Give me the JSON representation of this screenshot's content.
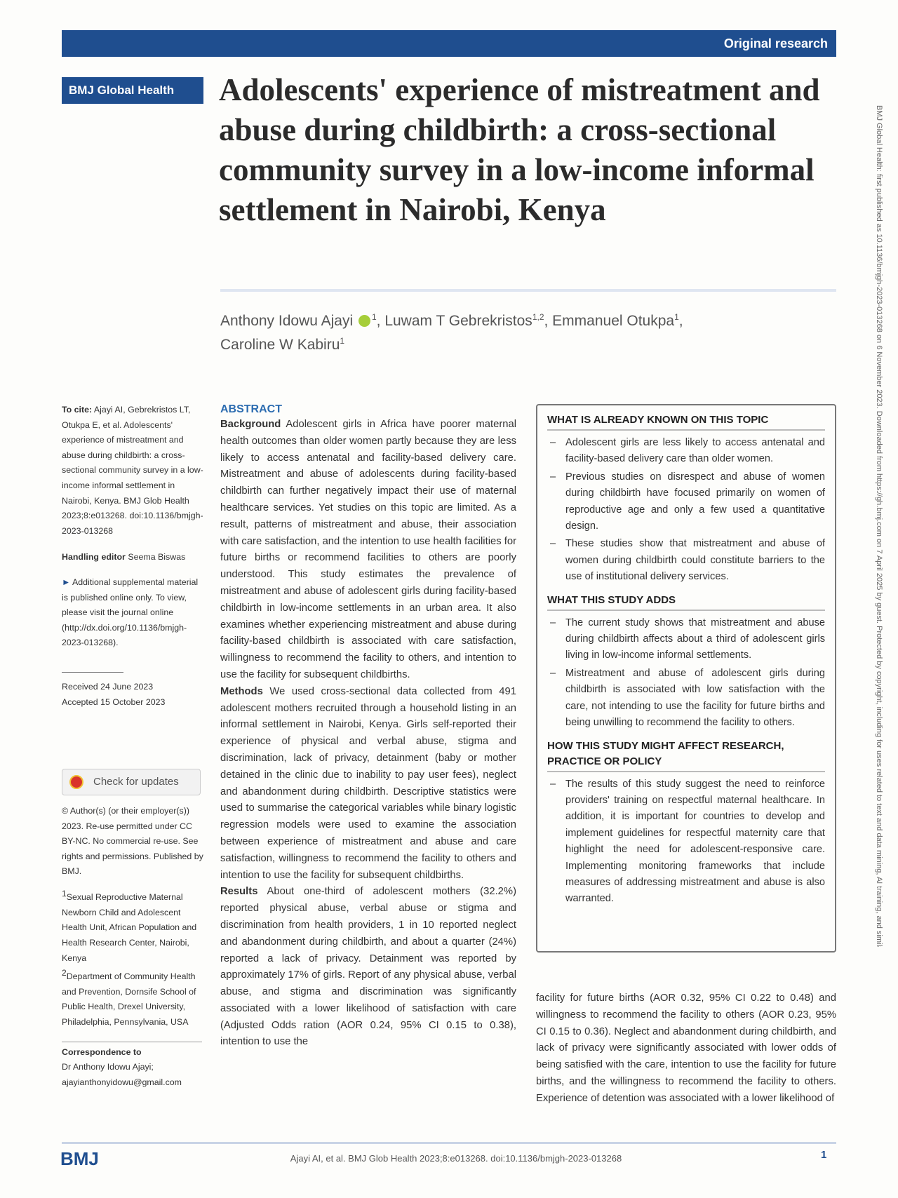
{
  "header": {
    "section_label": "Original research"
  },
  "journal": {
    "badge": "BMJ Global Health"
  },
  "article": {
    "title": "Adolescents' experience of mistreatment and abuse during childbirth: a cross-sectional community survey in a low-income informal settlement in Nairobi, Kenya",
    "authors": [
      {
        "name": "Anthony Idowu Ajayi",
        "sup": "1",
        "orcid": true
      },
      {
        "name": "Luwam T Gebrekristos",
        "sup": "1,2"
      },
      {
        "name": "Emmanuel Otukpa",
        "sup": "1"
      },
      {
        "name": "Caroline W Kabiru",
        "sup": "1"
      }
    ]
  },
  "left_column": {
    "cite_label": "To cite:",
    "cite_text": "Ajayi AI, Gebrekristos LT, Otukpa E, et al. Adolescents' experience of mistreatment and abuse during childbirth: a cross-sectional community survey in a low-income informal settlement in Nairobi, Kenya. BMJ Glob Health 2023;8:e013268. doi:10.1136/bmjgh-2023-013268",
    "handling_label": "Handling editor",
    "handling_name": "Seema Biswas",
    "supplementary": "Additional supplemental material is published online only. To view, please visit the journal online (http://dx.doi.org/10.1136/bmjgh-2023-013268).",
    "received": "Received 24 June 2023",
    "accepted": "Accepted 15 October 2023",
    "check_updates": "Check for updates",
    "copyright": "© Author(s) (or their employer(s)) 2023. Re-use permitted under CC BY-NC. No commercial re-use. See rights and permissions. Published by BMJ.",
    "affiliation_1": "Sexual Reproductive Maternal Newborn Child and Adolescent Health Unit, African Population and Health Research Center, Nairobi, Kenya",
    "affiliation_2": "Department of Community Health and Prevention, Dornsife School of Public Health, Drexel University, Philadelphia, Pennsylvania, USA",
    "correspondence_label": "Correspondence to",
    "correspondence_text": "Dr Anthony Idowu Ajayi; ajayianthonyidowu@gmail.com"
  },
  "abstract": {
    "heading": "ABSTRACT",
    "background_label": "Background",
    "background": "Adolescent girls in Africa have poorer maternal health outcomes than older women partly because they are less likely to access antenatal and facility-based delivery care. Mistreatment and abuse of adolescents during facility-based childbirth can further negatively impact their use of maternal healthcare services. Yet studies on this topic are limited. As a result, patterns of mistreatment and abuse, their association with care satisfaction, and the intention to use health facilities for future births or recommend facilities to others are poorly understood. This study estimates the prevalence of mistreatment and abuse of adolescent girls during facility-based childbirth in low-income settlements in an urban area. It also examines whether experiencing mistreatment and abuse during facility-based childbirth is associated with care satisfaction, willingness to recommend the facility to others, and intention to use the facility for subsequent childbirths.",
    "methods_label": "Methods",
    "methods": "We used cross-sectional data collected from 491 adolescent mothers recruited through a household listing in an informal settlement in Nairobi, Kenya. Girls self-reported their experience of physical and verbal abuse, stigma and discrimination, lack of privacy, detainment (baby or mother detained in the clinic due to inability to pay user fees), neglect and abandonment during childbirth. Descriptive statistics were used to summarise the categorical variables while binary logistic regression models were used to examine the association between experience of mistreatment and abuse and care satisfaction, willingness to recommend the facility to others and intention to use the facility for subsequent childbirths.",
    "results_label": "Results",
    "results": "About one-third of adolescent mothers (32.2%) reported physical abuse, verbal abuse or stigma and discrimination from health providers, 1 in 10 reported neglect and abandonment during childbirth, and about a quarter (24%) reported a lack of privacy. Detainment was reported by approximately 17% of girls. Report of any physical abuse, verbal abuse, and stigma and discrimination was significantly associated with a lower likelihood of satisfaction with care (Adjusted Odds ration (AOR 0.24, 95% CI 0.15 to 0.38), intention to use the",
    "continued": "facility for future births (AOR 0.32, 95% CI 0.22 to 0.48) and willingness to recommend the facility to others (AOR 0.23, 95% CI 0.15 to 0.36). Neglect and abandonment during childbirth, and lack of privacy were significantly associated with lower odds of being satisfied with the care, intention to use the facility for future births, and the willingness to recommend the facility to others. Experience of detention was associated with a lower likelihood of"
  },
  "key_messages": {
    "known_heading": "WHAT IS ALREADY KNOWN ON THIS TOPIC",
    "known": [
      "Adolescent girls are less likely to access antenatal and facility-based delivery care than older women.",
      "Previous studies on disrespect and abuse of women during childbirth have focused primarily on women of reproductive age and only a few used a quantitative design.",
      "These studies show that mistreatment and abuse of women during childbirth could constitute barriers to the use of institutional delivery services."
    ],
    "adds_heading": "WHAT THIS STUDY ADDS",
    "adds": [
      "The current study shows that mistreatment and abuse during childbirth affects about a third of adolescent girls living in low-income informal settlements.",
      "Mistreatment and abuse of adolescent girls during childbirth is associated with low satisfaction with the care, not intending to use the facility for future births and being unwilling to recommend the facility to others."
    ],
    "impact_heading": "HOW THIS STUDY MIGHT AFFECT RESEARCH, PRACTICE OR POLICY",
    "impact": [
      "The results of this study suggest the need to reinforce providers' training on respectful maternal healthcare. In addition, it is important for countries to develop and implement guidelines for respectful maternity care that highlight the need for adolescent-responsive care. Implementing monitoring frameworks that include measures of addressing mistreatment and abuse is also warranted."
    ]
  },
  "footer": {
    "logo": "BMJ",
    "citation": "Ajayi AI, et al. BMJ Glob Health 2023;8:e013268. doi:10.1136/bmjgh-2023-013268",
    "page": "1"
  },
  "side_note": "BMJ Global Health: first published as 10.1136/bmjgh-2023-013268 on 6 November 2023. Downloaded from https://gh.bmj.com on 7 April 2025 by guest. Protected by copyright, including for uses related to text and data mining, AI training, and similar technologies."
}
